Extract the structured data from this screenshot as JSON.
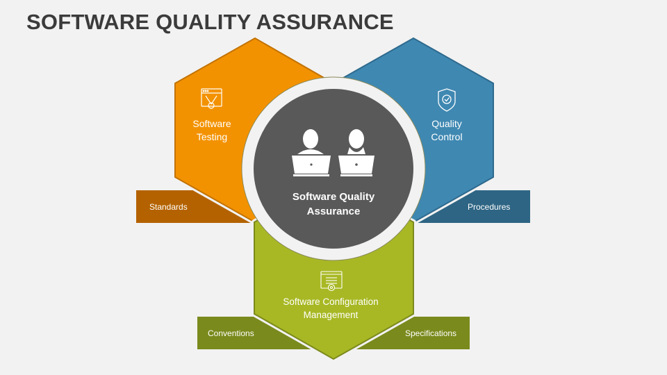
{
  "title": "SOFTWARE QUALITY ASSURANCE",
  "center": {
    "line1": "Software Quality",
    "line2": "Assurance",
    "icon": "people-laptops-icon"
  },
  "segments": [
    {
      "id": "testing",
      "line1": "Software",
      "line2": "Testing",
      "icon": "testing-tools-icon",
      "color": "#f39200"
    },
    {
      "id": "control",
      "line1": "Quality",
      "line2": "Control",
      "icon": "shield-check-icon",
      "color": "#3f88b2"
    },
    {
      "id": "config",
      "line1": "Software Configuration",
      "line2": "Management",
      "icon": "config-document-gear-icon",
      "color": "#a8b824"
    }
  ],
  "tags": {
    "standards": "Standards",
    "procedures": "Procedures",
    "conventions": "Conventions",
    "specifications": "Specifications"
  },
  "colors": {
    "background": "#f2f2f2",
    "center": "#595959",
    "standards": "#b46200",
    "procedures": "#2e6584",
    "conventions": "#7a8a1c"
  }
}
